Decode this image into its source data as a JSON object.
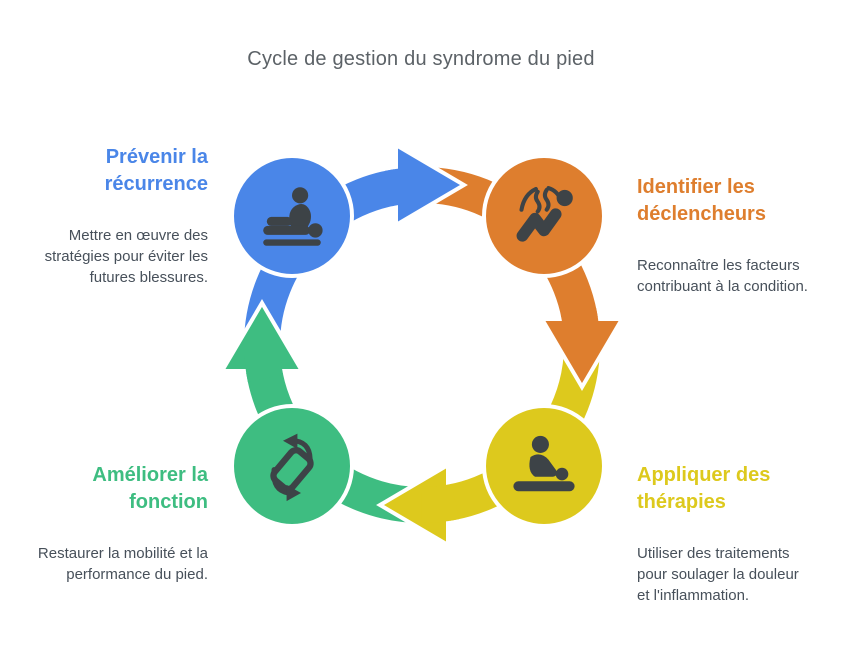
{
  "title": "Cycle de gestion du syndrome du pied",
  "flow_direction": "clockwise",
  "palette": {
    "blue": "#4a86e8",
    "orange": "#de7e2e",
    "yellow": "#ddc91d",
    "green": "#3ebd81",
    "icon": "#3d4347",
    "title_text": "#5c6267",
    "body_text": "#47505a"
  },
  "steps": [
    {
      "id": "prevenir",
      "position": "top-left",
      "color": "#4a86e8",
      "heading": "Prévenir la\nrécurrence",
      "description": "Mettre en œuvre des\nstratégies pour éviter les\nfutures blessures.",
      "icon": "physiotherapy-icon"
    },
    {
      "id": "identifier",
      "position": "top-right",
      "color": "#de7e2e",
      "heading": "Identifier les\ndéclencheurs",
      "description": "Reconnaître les facteurs\ncontribuant à la condition.",
      "icon": "sore-muscle-icon"
    },
    {
      "id": "appliquer",
      "position": "bottom-right",
      "color": "#ddc91d",
      "heading": "Appliquer des\nthérapies",
      "description": "Utiliser des traitements\npour soulager la douleur\net l'inflammation.",
      "icon": "massage-therapy-icon"
    },
    {
      "id": "ameliorer",
      "position": "bottom-left",
      "color": "#3ebd81",
      "heading": "Améliorer la\nfonction",
      "description": "Restaurer la mobilité et la\nperformance du pied.",
      "icon": "rotation-icon"
    }
  ]
}
